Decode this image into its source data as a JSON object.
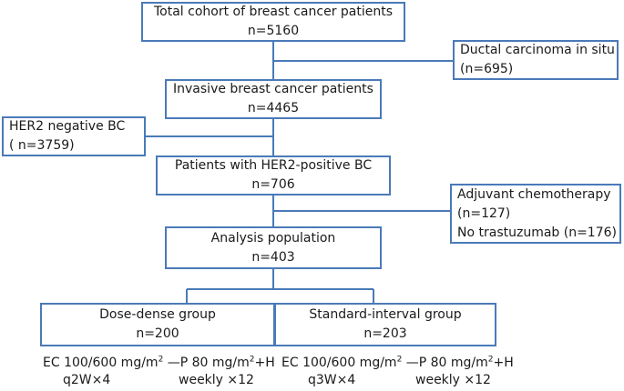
{
  "flow": {
    "total": {
      "line1": "Total cohort of breast cancer patients",
      "line2": "n=5160"
    },
    "dcis": {
      "line1": "Ductal carcinoma in situ",
      "line2": "(n=695)"
    },
    "invasive": {
      "line1": "Invasive breast cancer patients",
      "line2": "n=4465"
    },
    "her2neg": {
      "line1": "HER2 negative BC",
      "line2": "( n=3759)"
    },
    "her2pos": {
      "line1": "Patients with HER2-positive BC",
      "line2": "n=706"
    },
    "excluded": {
      "line1": "Adjuvant chemotherapy",
      "line2": "(n=127)",
      "line3": "No trastuzumab (n=176)"
    },
    "analysis": {
      "line1": "Analysis population",
      "line2": "n=403"
    },
    "dose_dense": {
      "line1": "Dose-dense group",
      "line2": "n=200"
    },
    "standard": {
      "line1": "Standard-interval group",
      "line2": "n=203"
    }
  },
  "regimens": {
    "dose_dense": {
      "line1_a": "EC 100/600 mg/m",
      "sup1": "2",
      "line1_b": " —P 80 mg/m",
      "sup2": "2",
      "line1_c": "+H",
      "line2_left": "q2W×4",
      "line2_right": "weekly ×12"
    },
    "standard": {
      "line1_a": "EC 100/600 mg/m",
      "sup1": "2",
      "line1_b": " —P 80 mg/m",
      "sup2": "2",
      "line1_c": "+H",
      "line2_left": "q3W×4",
      "line2_right": "weekly ×12"
    }
  },
  "colors": {
    "box_border": "#4a7ab8",
    "text": "#1a1a1a"
  }
}
